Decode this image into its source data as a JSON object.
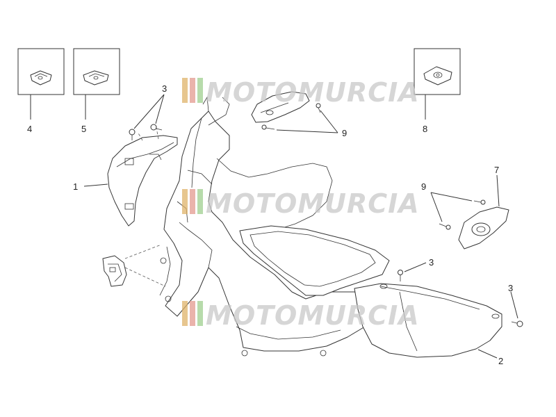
{
  "watermark": {
    "text": "MOTOMURCIA",
    "text_color": "#c9c9c9",
    "stripe_colors": [
      "#e0b46a",
      "#e39a8f",
      "#9fcf8f"
    ]
  },
  "callouts": {
    "c1": "1",
    "c2": "2",
    "c3a": "3",
    "c3b": "3",
    "c3c": "3",
    "c4": "4",
    "c5": "5",
    "c7": "7",
    "c8": "8",
    "c9a": "9",
    "c9b": "9"
  }
}
